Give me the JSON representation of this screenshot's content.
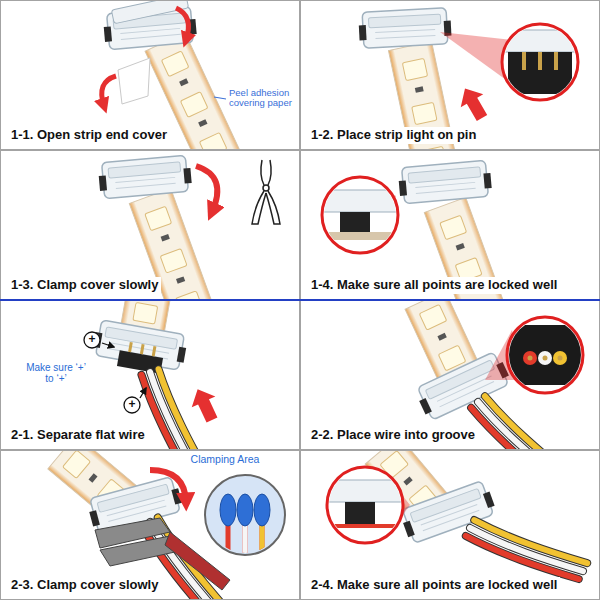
{
  "diagram": {
    "nodes": [
      {
        "text": [
          "1-1. Open strip end cover"
        ]
      },
      {
        "text": [
          "1-2. Place strip light on pin"
        ]
      },
      {
        "text": [
          "1-3. Clamp cover slowly"
        ]
      },
      {
        "text": [
          "1-4. Make sure all points are locked well"
        ]
      },
      {
        "text": [
          "2-1. Separate flat wire"
        ]
      },
      {
        "text": [
          "2-2. Place wire into groove"
        ]
      },
      {
        "text": [
          "2-3. Clamp cover slowly"
        ]
      },
      {
        "text": [
          "2-4. Make sure all points are locked well"
        ]
      }
    ],
    "labels": [
      "Peel adhesion covering paper",
      "+",
      "+",
      "Make sure ‘+’ to ‘+’",
      "Clamping Area"
    ]
  }
}
